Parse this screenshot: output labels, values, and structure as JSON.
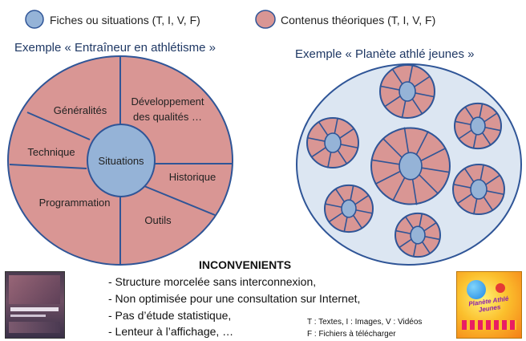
{
  "colors": {
    "blue_fill": "#95b3d7",
    "red_fill": "#d99694",
    "stroke": "#2f5597",
    "title": "#1f3864"
  },
  "legend": {
    "blue": "Fiches ou situations (T, I, V, F)",
    "red": "Contenus théoriques (T, I, V, F)"
  },
  "left": {
    "title": "Exemple « Entraîneur en athlétisme »",
    "center": "Situations",
    "segments": {
      "generalites": "Généralités",
      "developpement_1": "Développement",
      "developpement_2": "des qualités …",
      "technique": "Technique",
      "historique": "Historique",
      "programmation": "Programmation",
      "outils": "Outils"
    }
  },
  "right": {
    "title": "Exemple « Planète athlé jeunes »"
  },
  "inconvenients": {
    "heading": "INCONVENIENTS",
    "items": [
      "- Structure morcelée sans interconnexion,",
      "- Non optimisée pour une consultation sur Internet,",
      "- Pas d’étude statistique,",
      "- Lenteur à l’affichage, …"
    ]
  },
  "legend_note": {
    "line1": "T : Textes, I : Images, V : Vidéos",
    "line2": "F : Fichiers à télécharger"
  },
  "images": {
    "left_cover": "book-cover-entraineur-athletisme",
    "right_cover": "book-cover-planete-athle-jeunes",
    "right_cover_text": "Planète Athlé Jeunes"
  }
}
